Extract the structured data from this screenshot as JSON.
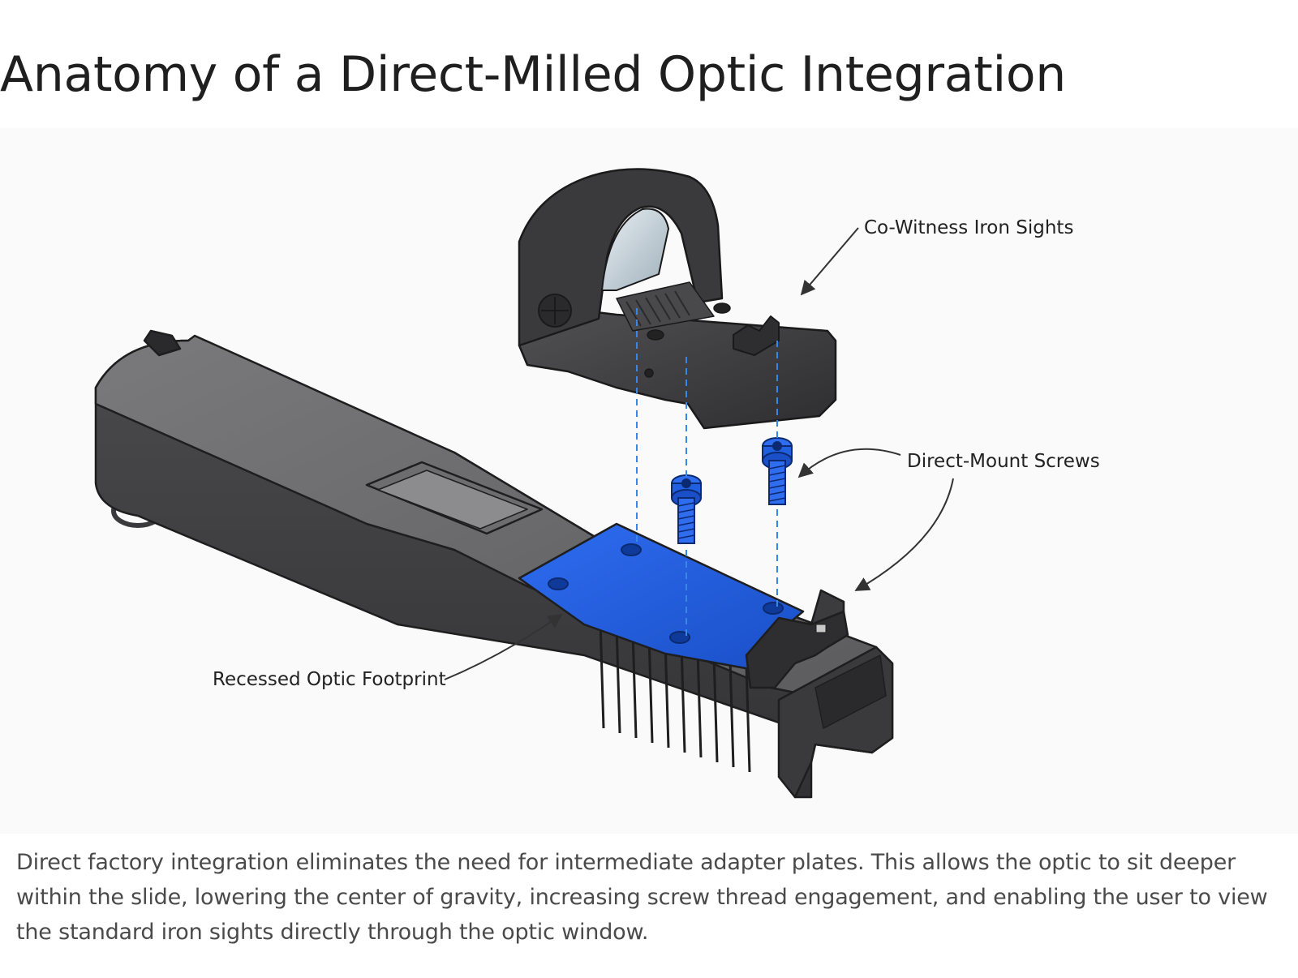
{
  "title": "Anatomy of a Direct-Milled Optic Integration",
  "callouts": {
    "co_witness": "Co-Witness Iron Sights",
    "screws": "Direct-Mount Screws",
    "footprint": "Recessed Optic Footprint"
  },
  "caption": "Direct factory integration eliminates the need for intermediate adapter plates. This allows the optic to sit deeper within the slide, lowering the center of gravity, increasing screw thread engagement, and enabling the user to view the standard iron sights directly through the optic window.",
  "colors": {
    "accent_blue": "#1f5fe0",
    "slide_body": "#4a4a4c",
    "dashed_guide": "#3a86e6"
  }
}
